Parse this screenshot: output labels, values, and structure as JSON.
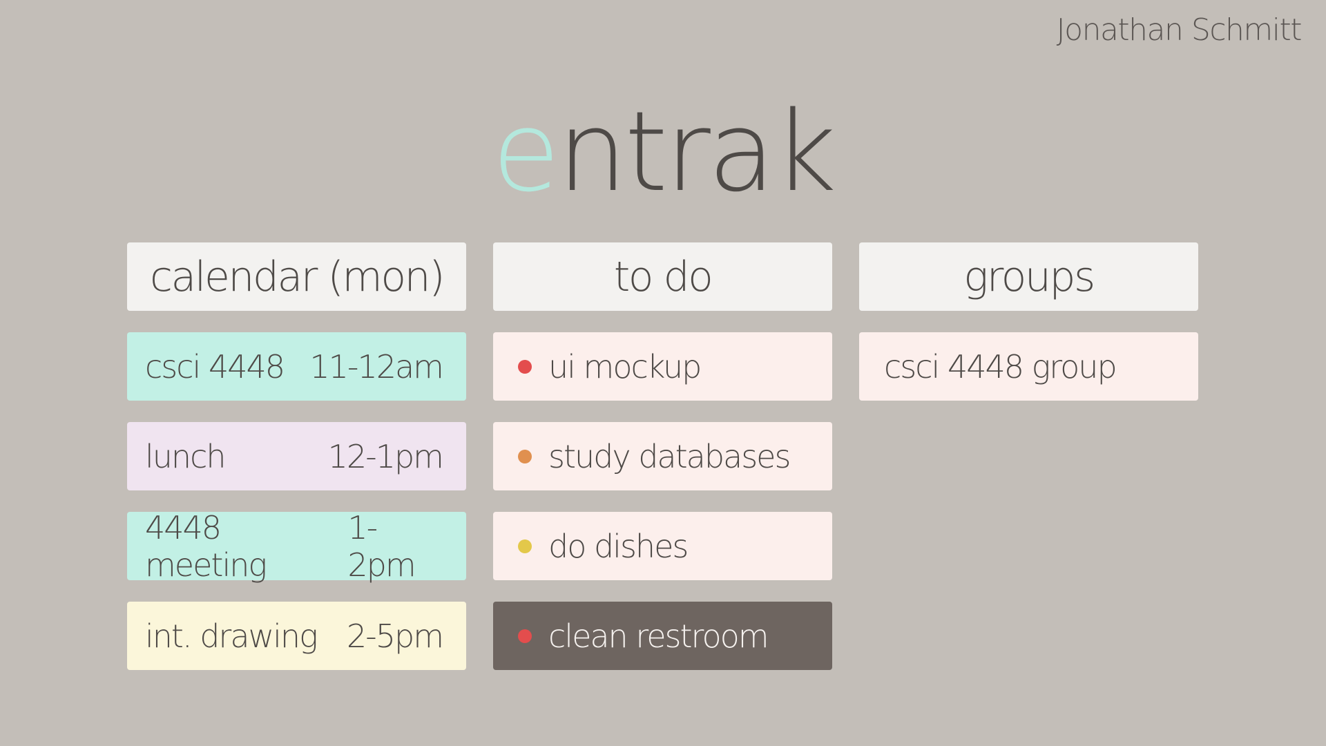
{
  "user": {
    "name": "Jonathan Schmitt"
  },
  "brand": {
    "logo_first": "e",
    "logo_rest": "ntrak",
    "accent_color": "#b4e8dd"
  },
  "calendar": {
    "header": "calendar (mon)",
    "events": [
      {
        "title": "csci 4448",
        "time": "11-12am",
        "color": "#c2f0e5"
      },
      {
        "title": "lunch",
        "time": "12-1pm",
        "color": "#f0e4f0"
      },
      {
        "title": "4448 meeting",
        "time": "1-2pm",
        "color": "#c2f0e5"
      },
      {
        "title": "int. drawing",
        "time": "2-5pm",
        "color": "#fbf6da"
      }
    ]
  },
  "todo": {
    "header": "to do",
    "items": [
      {
        "label": "ui mockup",
        "priority_color": "#e34d4d",
        "selected": false
      },
      {
        "label": "study databases",
        "priority_color": "#e0904f",
        "selected": false
      },
      {
        "label": "do dishes",
        "priority_color": "#e3c84a",
        "selected": false
      },
      {
        "label": "clean restroom",
        "priority_color": "#e34d4d",
        "selected": true
      }
    ]
  },
  "groups": {
    "header": "groups",
    "items": [
      {
        "label": "csci 4448 group"
      }
    ]
  }
}
